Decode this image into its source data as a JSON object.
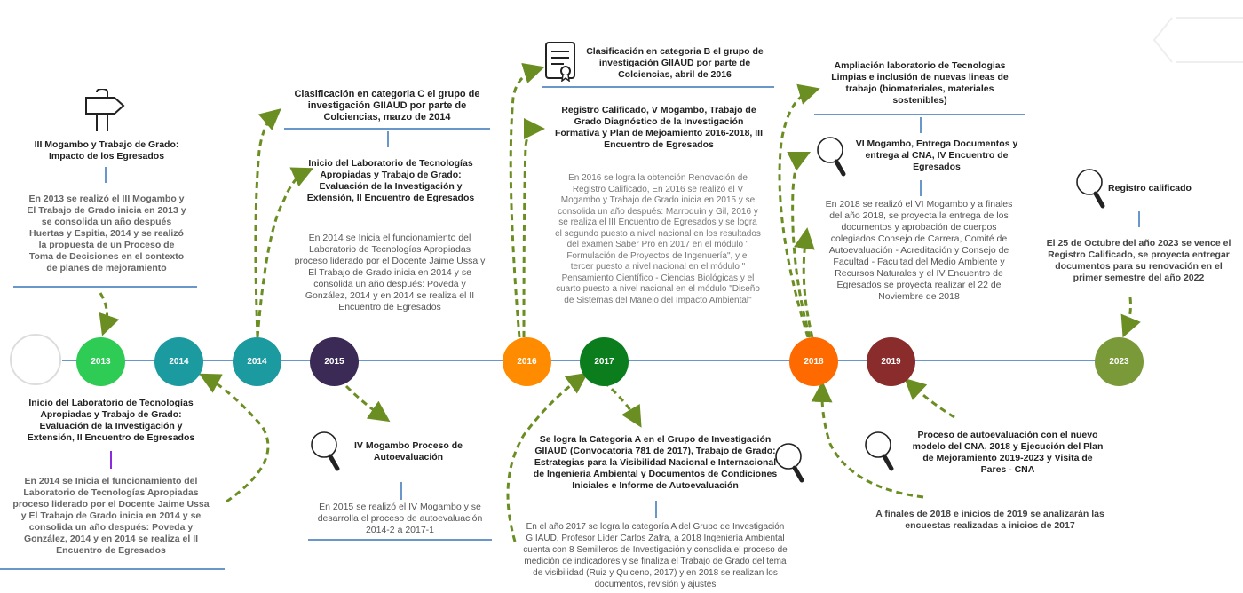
{
  "colors": {
    "axis": "#6a97c9",
    "arrow": "#6b8e23",
    "body_text": "#555555",
    "title_text": "#222222",
    "accent_purple": "#8a2be2"
  },
  "nodes": [
    {
      "id": "empty",
      "label": "",
      "color": "#ffffff"
    },
    {
      "id": "2013",
      "label": "2013",
      "color": "#2ecc55"
    },
    {
      "id": "2014a",
      "label": "2014",
      "color": "#1b9aa0"
    },
    {
      "id": "2014b",
      "label": "2014",
      "color": "#1b9aa0"
    },
    {
      "id": "2015",
      "label": "2015",
      "color": "#3b2a55"
    },
    {
      "id": "2016",
      "label": "2016",
      "color": "#ff8c00"
    },
    {
      "id": "2017",
      "label": "2017",
      "color": "#0b7d1c"
    },
    {
      "id": "2018",
      "label": "2018",
      "color": "#ff6a00"
    },
    {
      "id": "2019",
      "label": "2019",
      "color": "#8b2c2c"
    },
    {
      "id": "2023",
      "label": "2023",
      "color": "#7a9a3a"
    }
  ],
  "icons": [
    "signpost-icon",
    "magnifier-icon",
    "magnifier-icon",
    "magnifier-icon",
    "magnifier-icon",
    "magnifier-icon",
    "certificate-icon"
  ],
  "blocks": {
    "b2013_title": "III Mogambo y Trabajo de Grado:\nImpacto de los Egresados",
    "b2013_text": "En 2013 se realizó el III Mogambo y\nEl Trabajo de Grado inicia en 2013 y\nse consolida un año después\nHuertas y Espitia, 2014 y se realizó\nla propuesta de un Proceso de\nToma de Decisiones en el contexto\nde planes de mejoramiento",
    "b2014low_title": "Inicio del Laboratorio de Tecnologías\nApropiadas y Trabajo de Grado:\nEvaluación de la Investigación y\nExtensión, II Encuentro de Egresados",
    "b2014low_text": "En 2014 se Inicia el funcionamiento del\nLaboratorio de Tecnologías Apropiadas\nproceso liderado por el Docente Jaime Ussa\ny El Trabajo de Grado inicia en 2014 y se\nconsolida un año después: Poveda y\nGonzález, 2014 y en 2014 se realiza el II\nEncuentro de Egresados",
    "bcatC_title": "Clasificación en categoria C el grupo de\ninvestigación GIIAUD por parte de\nColciencias, marzo de 2014",
    "b2014up_title": "Inicio del Laboratorio de Tecnologías\nApropiadas y Trabajo de Grado:\nEvaluación de la Investigación y\nExtensión, II Encuentro de Egresados",
    "b2014up_text": "En 2014 se Inicia el funcionamiento del\nLaboratorio de Tecnologías Apropiadas\nproceso liderado por el Docente Jaime Ussa y\nEl Trabajo de Grado inicia en 2014 y se\nconsolida un año después: Poveda y\nGonzález, 2014 y en 2014 se realiza el II\nEncuentro de Egresados",
    "b2015_title": "IV Mogambo Proceso de\nAutoevaluación",
    "b2015_text": "En 2015 se realizó el IV Mogambo y se\ndesarrolla el proceso de autoevaluación\n2014-2 a 2017-1",
    "bcatB_title": "Clasificación en categoria B el grupo de\ninvestigación GIIAUD por parte de\nColciencias, abril de 2016",
    "b2016_title": "Registro Calificado, V Mogambo,  Trabajo de\nGrado Diagnóstico de la Investigación\nFormativa y Plan de Mejoamiento 2016-2018, III\nEncuentro de Egresados",
    "b2016_text": "En 2016 se logra la obtención Renovación de\nRegistro Calificado, En 2016 se realizó el V\nMogambo y  Trabajo de Grado inicia en 2015 y se\nconsolida un año después: Marroquín y Gil, 2016 y\nse realiza el III Encuentro de Egresados y se logra\nel segundo puesto a nivel nacional en los resultados\ndel examen Saber Pro en 2017 en el módulo \"\nFormulación de Proyectos de Ingenuería\", y el\ntercer puesto a nivel nacional en el módulo \"\nPensamiento Científico - Ciencias Biológicas y el\ncuarto puesto a nivel nacional en el módulo \"Diseño\nde Sistemas del Manejo del Impacto Ambiental\"",
    "b2017_title": "Se logra la Categoria A en el Grupo de Investigación\nGIIAUD (Convocatoria 781 de 2017), Trabajo de Grado:\nEstrategias para la Visibilidad Nacional e Internacional\nde Ingenieria Ambiental y Documentos de Condiciones\nIniciales e Informe de Autoevaluación",
    "b2017_text": "En el año 2017 se logra la categoría A del Grupo de Investigación\nGIIAUD, Profesor Líder Carlos Zafra, a 2018 Ingeniería Ambiental\ncuenta con 8 Semilleros de Investigación y consolida el proceso de\nmedición de indicadores y se finaliza el Trabajo de Grado del tema\nde visibilidad (Ruiz y Quiceno, 2017) y en 2018 se realizan los\ndocumentos, revisión y ajustes",
    "blab_title": "Ampliación laboratorio de Tecnologias\nLimpias e inclusión de nuevas lineas de\ntrabajo (biomateriales, materiales\nsostenibles)",
    "b2018_title": "VI Mogambo, Entrega Documentos y\nentrega al CNA, IV Encuentro de\nEgresados",
    "b2018_text": "En 2018 se realizó el VI Mogambo y a finales\ndel año 2018, se proyecta la entrega de los\ndocumentos y aprobación de cuerpos\ncolegiados Consejo de Carrera, Comité de\nAutoevaluación - Acreditación y Consejo de\nFacultad - Facultad del Medio Ambiente  y\nRecursos Naturales y el IV Encuentro de\nEgresados se proyecta realizar el 22 de\nNoviembre de 2018",
    "b2019_title": "Proceso de autoevaluación con el nuevo\nmodelo del CNA, 2018 y Ejecución del Plan\nde Mejoramiento 2019-2023 y Visita de\nPares - CNA",
    "bsurvey_title": "A finales de 2018 e inicios de 2019 se analizarán las\nencuestas realizadas a inicios de 2017",
    "b2023_title": "Registro calificado",
    "b2023_text": "El 25 de Octubre del año  2023 se vence el\nRegistro Calificado, se proyecta entregar\ndocumentos para su renovación en el\nprimer semestre del año 2022"
  }
}
